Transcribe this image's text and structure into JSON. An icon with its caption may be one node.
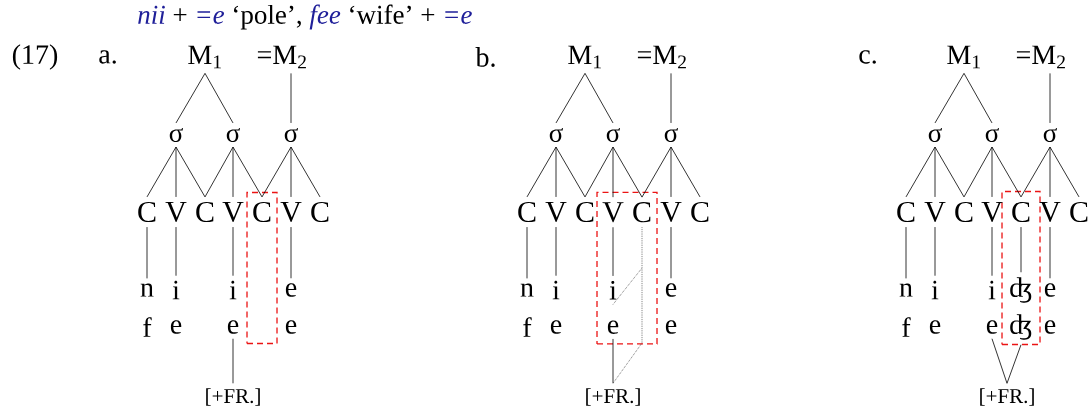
{
  "diagram": {
    "title": "*nii* + *=e* ‘pole’, *fee* ‘wife’ + *=e*",
    "nodes": [
      {
        "text": [
          "M$_{1}$"
        ]
      },
      {
        "text": [
          "=M$_{2}$"
        ]
      },
      {
        "text": [
          "σ"
        ]
      },
      {
        "text": [
          "σ"
        ]
      },
      {
        "text": [
          "σ"
        ]
      },
      {
        "text": [],
        "shape": "box"
      },
      {
        "text": [
          "C"
        ]
      },
      {
        "text": [
          "V"
        ]
      },
      {
        "text": [
          "C"
        ]
      },
      {
        "text": [
          "V"
        ]
      },
      {
        "text": [
          "C"
        ],
        "in": 5
      },
      {
        "text": [
          "V"
        ]
      },
      {
        "text": [
          "C"
        ]
      },
      {
        "text": [
          "n"
        ]
      },
      {
        "text": [
          "i"
        ]
      },
      {
        "text": [
          "i"
        ]
      },
      {
        "text": [
          "e"
        ]
      },
      {
        "text": [
          "f"
        ]
      },
      {
        "text": [
          "e"
        ]
      },
      {
        "text": [
          "e"
        ]
      },
      {
        "text": [
          "e"
        ]
      },
      {
        "text": [
          "[+FR.]"
        ]
      },
      {
        "text": [
          "M$_{1}$"
        ]
      },
      {
        "text": [
          "=M$_{2}$"
        ]
      },
      {
        "text": [
          "σ"
        ]
      },
      {
        "text": [
          "σ"
        ]
      },
      {
        "text": [
          "σ"
        ]
      },
      {
        "text": [],
        "shape": "box"
      },
      {
        "text": [
          "C"
        ]
      },
      {
        "text": [
          "V"
        ]
      },
      {
        "text": [
          "C"
        ]
      },
      {
        "text": [
          "V"
        ],
        "in": 27
      },
      {
        "text": [
          "C"
        ],
        "in": 27
      },
      {
        "text": [
          "V"
        ]
      },
      {
        "text": [
          "C"
        ]
      },
      {
        "text": [
          "n"
        ]
      },
      {
        "text": [
          "i"
        ]
      },
      {
        "text": [
          "i"
        ],
        "in": 27
      },
      {
        "text": [
          "e"
        ]
      },
      {
        "text": [
          "f"
        ]
      },
      {
        "text": [
          "e"
        ]
      },
      {
        "text": [
          "e"
        ],
        "in": 27
      },
      {
        "text": [
          "e"
        ]
      },
      {
        "text": [
          "[+FR.]"
        ]
      },
      {
        "text": [
          "M$_{1}$"
        ]
      },
      {
        "text": [
          "=M$_{2}$"
        ]
      },
      {
        "text": [
          "σ"
        ]
      },
      {
        "text": [
          "σ"
        ]
      },
      {
        "text": [
          "σ"
        ]
      },
      {
        "text": [],
        "shape": "box"
      },
      {
        "text": [
          "C"
        ]
      },
      {
        "text": [
          "V"
        ]
      },
      {
        "text": [
          "C"
        ]
      },
      {
        "text": [
          "V"
        ]
      },
      {
        "text": [
          "C"
        ],
        "in": 49
      },
      {
        "text": [
          "V"
        ]
      },
      {
        "text": [
          "C"
        ]
      },
      {
        "text": [
          "n"
        ]
      },
      {
        "text": [
          "i"
        ]
      },
      {
        "text": [
          "i"
        ]
      },
      {
        "text": [
          "ʤ"
        ],
        "in": 49
      },
      {
        "text": [
          "e"
        ]
      },
      {
        "text": [
          "f"
        ]
      },
      {
        "text": [
          "e"
        ]
      },
      {
        "text": [
          "e"
        ]
      },
      {
        "text": [
          "ʤ"
        ],
        "in": 49
      },
      {
        "text": [
          "e"
        ]
      },
      {
        "text": [
          "[+FR.]"
        ]
      }
    ],
    "edges": [
      {
        "from": 0,
        "to": 2,
        "arrow": "none"
      },
      {
        "from": 0,
        "to": 3,
        "arrow": "none"
      },
      {
        "from": 1,
        "to": 4,
        "arrow": "none"
      },
      {
        "from": 2,
        "to": 6,
        "arrow": "none"
      },
      {
        "from": 2,
        "to": 7,
        "arrow": "none"
      },
      {
        "from": 2,
        "to": 8,
        "arrow": "none"
      },
      {
        "from": 3,
        "to": 8,
        "arrow": "none"
      },
      {
        "from": 3,
        "to": 9,
        "arrow": "none"
      },
      {
        "from": 3,
        "to": 10,
        "arrow": "none"
      },
      {
        "from": 4,
        "to": 10,
        "arrow": "none"
      },
      {
        "from": 4,
        "to": 11,
        "arrow": "none"
      },
      {
        "from": 4,
        "to": 12,
        "arrow": "none"
      },
      {
        "from": 6,
        "to": 13,
        "arrow": "none"
      },
      {
        "from": 7,
        "to": 14,
        "arrow": "none"
      },
      {
        "from": 9,
        "to": 15,
        "arrow": "none"
      },
      {
        "from": 11,
        "to": 16,
        "arrow": "none"
      },
      {
        "from": 19,
        "to": 21,
        "arrow": "none"
      },
      {
        "from": 22,
        "to": 24,
        "arrow": "none"
      },
      {
        "from": 22,
        "to": 25,
        "arrow": "none"
      },
      {
        "from": 23,
        "to": 26,
        "arrow": "none"
      },
      {
        "from": 24,
        "to": 28,
        "arrow": "none"
      },
      {
        "from": 24,
        "to": 29,
        "arrow": "none"
      },
      {
        "from": 24,
        "to": 30,
        "arrow": "none"
      },
      {
        "from": 25,
        "to": 30,
        "arrow": "none"
      },
      {
        "from": 25,
        "to": 31,
        "arrow": "none"
      },
      {
        "from": 25,
        "to": 32,
        "arrow": "none"
      },
      {
        "from": 26,
        "to": 32,
        "arrow": "none"
      },
      {
        "from": 26,
        "to": 33,
        "arrow": "none"
      },
      {
        "from": 26,
        "to": 34,
        "arrow": "none"
      },
      {
        "from": 28,
        "to": 35,
        "arrow": "none"
      },
      {
        "from": 29,
        "to": 36,
        "arrow": "none"
      },
      {
        "from": 31,
        "to": 37,
        "arrow": "none"
      },
      {
        "from": 33,
        "to": 38,
        "arrow": "none"
      },
      {
        "from": 41,
        "to": 43,
        "arrow": "none"
      },
      {
        "from": 32,
        "to": 43,
        "arrow": "none",
        "style": "dashed"
      },
      {
        "from": 37,
        "to": null,
        "arrow": "none",
        "style": "dashed"
      },
      {
        "from": 44,
        "to": 46,
        "arrow": "none"
      },
      {
        "from": 44,
        "to": 47,
        "arrow": "none"
      },
      {
        "from": 45,
        "to": 48,
        "arrow": "none"
      },
      {
        "from": 46,
        "to": 50,
        "arrow": "none"
      },
      {
        "from": 46,
        "to": 51,
        "arrow": "none"
      },
      {
        "from": 46,
        "to": 52,
        "arrow": "none"
      },
      {
        "from": 47,
        "to": 52,
        "arrow": "none"
      },
      {
        "from": 47,
        "to": 53,
        "arrow": "none"
      },
      {
        "from": 47,
        "to": 54,
        "arrow": "none"
      },
      {
        "from": 48,
        "to": 54,
        "arrow": "none"
      },
      {
        "from": 48,
        "to": 55,
        "arrow": "none"
      },
      {
        "from": 48,
        "to": 56,
        "arrow": "none"
      },
      {
        "from": 50,
        "to": 57,
        "arrow": "none"
      },
      {
        "from": 51,
        "to": 58,
        "arrow": "none"
      },
      {
        "from": 53,
        "to": 59,
        "arrow": "none"
      },
      {
        "from": 54,
        "to": 60,
        "arrow": "none"
      },
      {
        "from": 55,
        "to": 61,
        "arrow": "none"
      },
      {
        "from": 64,
        "to": 67,
        "arrow": "none"
      },
      {
        "from": 65,
        "to": 67,
        "arrow": "none"
      }
    ],
    "labels": [
      "(17)",
      "a.",
      "b.",
      "c."
    ]
  }
}
